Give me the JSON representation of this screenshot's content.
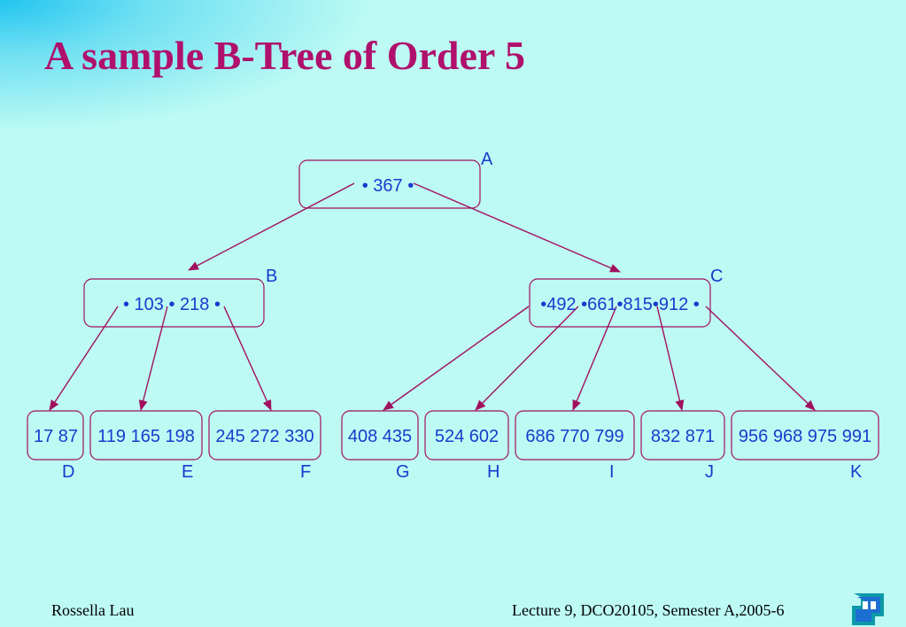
{
  "slide": {
    "title": "A sample B-Tree of Order 5",
    "footer_left": "Rossella Lau",
    "footer_right": "Lecture 9, DCO20105, Semester A,2005-6"
  },
  "tree": {
    "nodes": [
      {
        "id": "A",
        "label": "A",
        "keys_text": "• 367 •"
      },
      {
        "id": "B",
        "label": "B",
        "keys_text": "• 103 • 218 •"
      },
      {
        "id": "C",
        "label": "C",
        "keys_text": "•492 •661•815•912 •"
      },
      {
        "id": "D",
        "label": "D",
        "keys_text": "17 87"
      },
      {
        "id": "E",
        "label": "E",
        "keys_text": "119 165 198"
      },
      {
        "id": "F",
        "label": "F",
        "keys_text": "245 272 330"
      },
      {
        "id": "G",
        "label": "G",
        "keys_text": "408 435"
      },
      {
        "id": "H",
        "label": "H",
        "keys_text": "524 602"
      },
      {
        "id": "I",
        "label": "I",
        "keys_text": "686 770 799"
      },
      {
        "id": "J",
        "label": "J",
        "keys_text": "832 871"
      },
      {
        "id": "K",
        "label": "K",
        "keys_text": "956 968 975 991"
      }
    ],
    "edges": [
      {
        "from": "A",
        "to": "B"
      },
      {
        "from": "A",
        "to": "C"
      },
      {
        "from": "B",
        "to": "D"
      },
      {
        "from": "B",
        "to": "E"
      },
      {
        "from": "B",
        "to": "F"
      },
      {
        "from": "C",
        "to": "G"
      },
      {
        "from": "C",
        "to": "H"
      },
      {
        "from": "C",
        "to": "I"
      },
      {
        "from": "C",
        "to": "J"
      },
      {
        "from": "C",
        "to": "K"
      }
    ],
    "colors": {
      "box_stroke": "#a0105e",
      "edge": "#a0105e",
      "text": "#1a3acd",
      "title": "#b0106b",
      "background": "#bdfaf4"
    }
  }
}
